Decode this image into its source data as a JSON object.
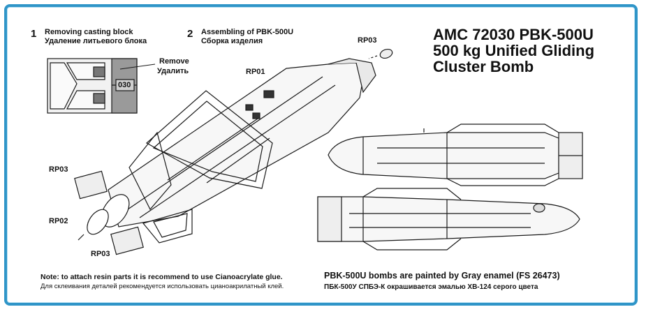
{
  "steps": [
    {
      "num": "1",
      "title_en": "Removing casting block",
      "title_ru": "Удаление литьевого блока"
    },
    {
      "num": "2",
      "title_en": "Assembling of PBK-500U",
      "title_ru": "Сборка изделия"
    }
  ],
  "remove": {
    "en": "Remove",
    "ru": "Удалить"
  },
  "part_number": "030",
  "parts": {
    "rp01": "RP01",
    "rp02": "RP02",
    "rp03": "RP03"
  },
  "title": {
    "line1": "AMC 72030 PBK-500U",
    "line2": "500 kg Unified Gliding",
    "line3": "Cluster Bomb"
  },
  "note": {
    "en": "Note: to attach resin parts it is recommend to use Cianoacrylate glue.",
    "ru": "Для склеивания деталей рекомендуется использовать цианоакрилатный клей."
  },
  "paint": {
    "en": "PBK-500U bombs are painted by Gray enamel (FS 26473)",
    "ru": "ПБК-500У  СПБЭ-К  окрашивается  эмалью  ХВ-124  серого  цвета"
  },
  "colors": {
    "frame": "#2f95c8",
    "ink": "#111111"
  }
}
